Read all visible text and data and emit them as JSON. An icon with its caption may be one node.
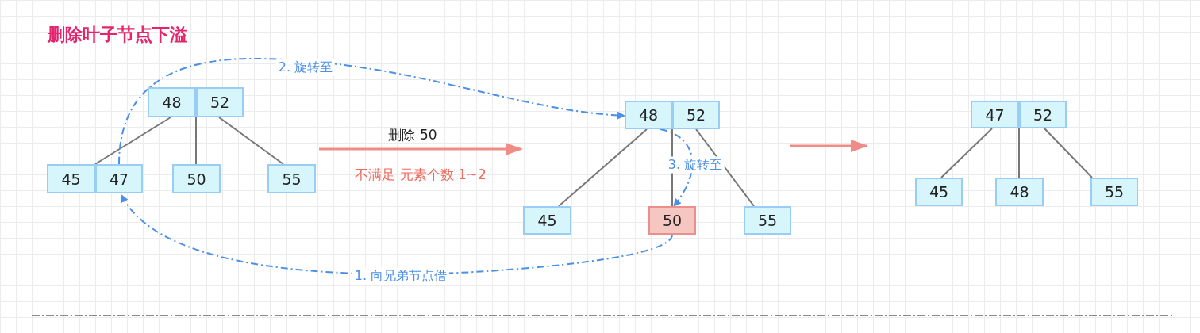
{
  "diagram": {
    "title": "删除叶子节点下溢",
    "nodes": [
      {
        "text": [
          "48"
        ]
      },
      {
        "text": [
          "52"
        ]
      },
      {
        "text": [
          "45"
        ]
      },
      {
        "text": [
          "47"
        ]
      },
      {
        "text": [
          "50"
        ]
      },
      {
        "text": [
          "55"
        ]
      },
      {
        "text": [
          "48"
        ]
      },
      {
        "text": [
          "52"
        ]
      },
      {
        "text": [
          "45"
        ]
      },
      {
        "text": [
          "50"
        ]
      },
      {
        "text": [
          "55"
        ]
      },
      {
        "text": [
          "47"
        ]
      },
      {
        "text": [
          "52"
        ]
      },
      {
        "text": [
          "45"
        ]
      },
      {
        "text": [
          "48"
        ]
      },
      {
        "text": [
          "55"
        ]
      }
    ],
    "edges": [
      {
        "from": 0,
        "to": 2,
        "arrow": "none"
      },
      {
        "from": 1,
        "to": 4,
        "arrow": "none"
      },
      {
        "from": 1,
        "to": 5,
        "arrow": "none"
      },
      {
        "from": 6,
        "to": 8,
        "arrow": "none"
      },
      {
        "from": 7,
        "to": 9,
        "arrow": "none"
      },
      {
        "from": 7,
        "to": 10,
        "arrow": "none"
      },
      {
        "from": 11,
        "to": 13,
        "arrow": "none"
      },
      {
        "from": 12,
        "to": 14,
        "arrow": "none"
      },
      {
        "from": 12,
        "to": 15,
        "arrow": "none"
      },
      {
        "from": 9,
        "to": 3,
        "arrow": "to",
        "label": "1. 向兄弟节点借",
        "style": "dashed",
        "color": "#4a8fe8"
      },
      {
        "from": 3,
        "to": 6,
        "arrow": "to",
        "label": "2. 旋转至",
        "style": "dashed",
        "color": "#4a8fe8"
      },
      {
        "from": 6,
        "to": 9,
        "arrow": "to",
        "label": "3. 旋转至",
        "style": "dashed",
        "color": "#4a8fe8"
      }
    ],
    "labels": [
      "删除 50",
      "不满足 元素个数 1~2"
    ]
  }
}
